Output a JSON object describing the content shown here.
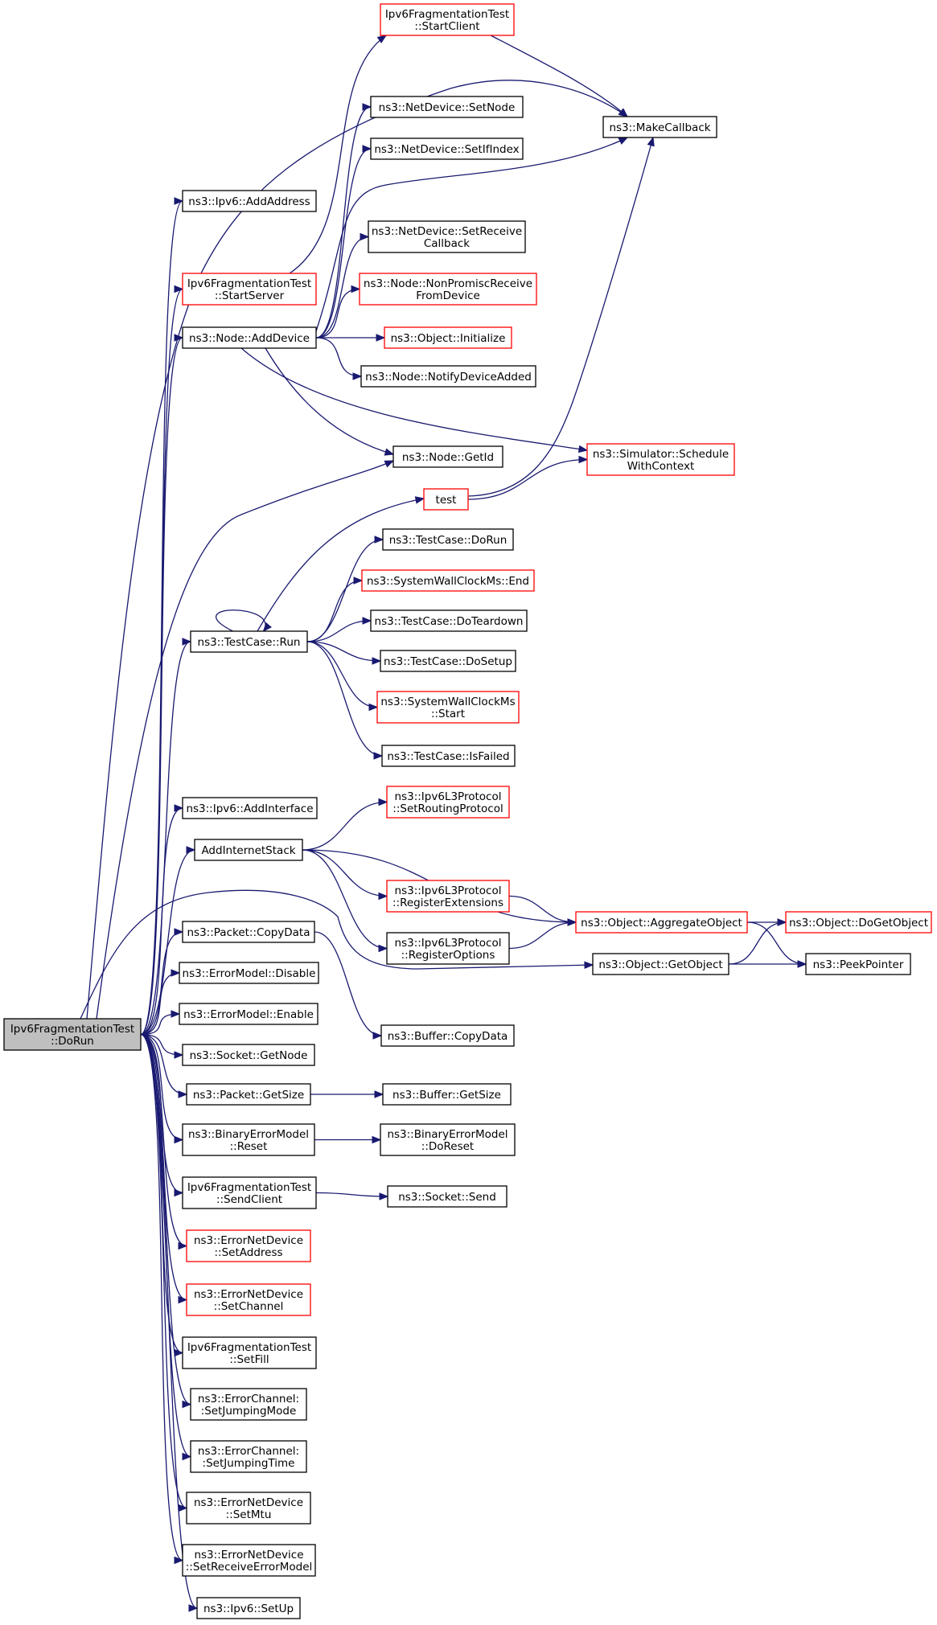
{
  "colors": {
    "edge": "#191970",
    "node_border": "#000000",
    "node_border_truncated": "#ff0000",
    "root_fill": "#bfbfbf"
  },
  "nodes": [
    {
      "id": "root",
      "lines": [
        "Ipv6FragmentationTest",
        "::DoRun"
      ],
      "style": "root"
    },
    {
      "id": "addaddress",
      "lines": [
        "ns3::Ipv6::AddAddress"
      ],
      "style": "black"
    },
    {
      "id": "startserver",
      "lines": [
        "Ipv6FragmentationTest",
        "::StartServer"
      ],
      "style": "red"
    },
    {
      "id": "adddevice",
      "lines": [
        "ns3::Node::AddDevice"
      ],
      "style": "black"
    },
    {
      "id": "startclient",
      "lines": [
        "Ipv6FragmentationTest",
        "::StartClient"
      ],
      "style": "red"
    },
    {
      "id": "makecallback",
      "lines": [
        "ns3::MakeCallback"
      ],
      "style": "black"
    },
    {
      "id": "setnode",
      "lines": [
        "ns3::NetDevice::SetNode"
      ],
      "style": "black"
    },
    {
      "id": "setifindex",
      "lines": [
        "ns3::NetDevice::SetIfIndex"
      ],
      "style": "black"
    },
    {
      "id": "setreceivecallback",
      "lines": [
        "ns3::NetDevice::SetReceive",
        "Callback"
      ],
      "style": "black"
    },
    {
      "id": "nonpromisc",
      "lines": [
        "ns3::Node::NonPromiscReceive",
        "FromDevice"
      ],
      "style": "red"
    },
    {
      "id": "initialize",
      "lines": [
        "ns3::Object::Initialize"
      ],
      "style": "red"
    },
    {
      "id": "notifydeviceadded",
      "lines": [
        "ns3::Node::NotifyDeviceAdded"
      ],
      "style": "black"
    },
    {
      "id": "getid",
      "lines": [
        "ns3::Node::GetId"
      ],
      "style": "black"
    },
    {
      "id": "schedulewithcontext",
      "lines": [
        "ns3::Simulator::Schedule",
        "WithContext"
      ],
      "style": "red"
    },
    {
      "id": "test",
      "lines": [
        "test"
      ],
      "style": "red"
    },
    {
      "id": "testcase_dorun",
      "lines": [
        "ns3::TestCase::DoRun"
      ],
      "style": "black"
    },
    {
      "id": "swc_end",
      "lines": [
        "ns3::SystemWallClockMs::End"
      ],
      "style": "red"
    },
    {
      "id": "testcase_run",
      "lines": [
        "ns3::TestCase::Run"
      ],
      "style": "black"
    },
    {
      "id": "doteardown",
      "lines": [
        "ns3::TestCase::DoTeardown"
      ],
      "style": "black"
    },
    {
      "id": "dosetup",
      "lines": [
        "ns3::TestCase::DoSetup"
      ],
      "style": "black"
    },
    {
      "id": "swc_start",
      "lines": [
        "ns3::SystemWallClockMs",
        "::Start"
      ],
      "style": "red"
    },
    {
      "id": "isfailed",
      "lines": [
        "ns3::TestCase::IsFailed"
      ],
      "style": "black"
    },
    {
      "id": "addinterface",
      "lines": [
        "ns3::Ipv6::AddInterface"
      ],
      "style": "black"
    },
    {
      "id": "setroutingprotocol",
      "lines": [
        "ns3::Ipv6L3Protocol",
        "::SetRoutingProtocol"
      ],
      "style": "red"
    },
    {
      "id": "addinternetstack",
      "lines": [
        "AddInternetStack"
      ],
      "style": "black"
    },
    {
      "id": "registerextensions",
      "lines": [
        "ns3::Ipv6L3Protocol",
        "::RegisterExtensions"
      ],
      "style": "red"
    },
    {
      "id": "aggregateobject",
      "lines": [
        "ns3::Object::AggregateObject"
      ],
      "style": "red"
    },
    {
      "id": "dogetobject",
      "lines": [
        "ns3::Object::DoGetObject"
      ],
      "style": "red"
    },
    {
      "id": "packet_copydata",
      "lines": [
        "ns3::Packet::CopyData"
      ],
      "style": "black"
    },
    {
      "id": "registeroptions",
      "lines": [
        "ns3::Ipv6L3Protocol",
        "::RegisterOptions"
      ],
      "style": "black"
    },
    {
      "id": "getobject",
      "lines": [
        "ns3::Object::GetObject"
      ],
      "style": "black"
    },
    {
      "id": "peekpointer",
      "lines": [
        "ns3::PeekPointer"
      ],
      "style": "black"
    },
    {
      "id": "disable",
      "lines": [
        "ns3::ErrorModel::Disable"
      ],
      "style": "black"
    },
    {
      "id": "enable",
      "lines": [
        "ns3::ErrorModel::Enable"
      ],
      "style": "black"
    },
    {
      "id": "buffer_copydata",
      "lines": [
        "ns3::Buffer::CopyData"
      ],
      "style": "black"
    },
    {
      "id": "socket_getnode",
      "lines": [
        "ns3::Socket::GetNode"
      ],
      "style": "black"
    },
    {
      "id": "packet_getsize",
      "lines": [
        "ns3::Packet::GetSize"
      ],
      "style": "black"
    },
    {
      "id": "buffer_getsize",
      "lines": [
        "ns3::Buffer::GetSize"
      ],
      "style": "black"
    },
    {
      "id": "bem_reset",
      "lines": [
        "ns3::BinaryErrorModel",
        "::Reset"
      ],
      "style": "black"
    },
    {
      "id": "bem_doreset",
      "lines": [
        "ns3::BinaryErrorModel",
        "::DoReset"
      ],
      "style": "black"
    },
    {
      "id": "sendclient",
      "lines": [
        "Ipv6FragmentationTest",
        "::SendClient"
      ],
      "style": "black"
    },
    {
      "id": "socket_send",
      "lines": [
        "ns3::Socket::Send"
      ],
      "style": "black"
    },
    {
      "id": "setaddress",
      "lines": [
        "ns3::ErrorNetDevice",
        "::SetAddress"
      ],
      "style": "red"
    },
    {
      "id": "setchannel",
      "lines": [
        "ns3::ErrorNetDevice",
        "::SetChannel"
      ],
      "style": "red"
    },
    {
      "id": "setfill",
      "lines": [
        "Ipv6FragmentationTest",
        "::SetFill"
      ],
      "style": "black"
    },
    {
      "id": "setjumpingmode",
      "lines": [
        "ns3::ErrorChannel:",
        ":SetJumpingMode"
      ],
      "style": "black"
    },
    {
      "id": "setjumpingtime",
      "lines": [
        "ns3::ErrorChannel:",
        ":SetJumpingTime"
      ],
      "style": "black"
    },
    {
      "id": "setmtu",
      "lines": [
        "ns3::ErrorNetDevice",
        "::SetMtu"
      ],
      "style": "black"
    },
    {
      "id": "setreceiveerrormodel",
      "lines": [
        "ns3::ErrorNetDevice",
        "::SetReceiveErrorModel"
      ],
      "style": "black"
    },
    {
      "id": "setup",
      "lines": [
        "ns3::Ipv6::SetUp"
      ],
      "style": "black"
    }
  ],
  "edges": [
    [
      "root",
      "addaddress"
    ],
    [
      "root",
      "startserver"
    ],
    [
      "root",
      "adddevice"
    ],
    [
      "root",
      "getid"
    ],
    [
      "root",
      "testcase_run"
    ],
    [
      "root",
      "addinterface"
    ],
    [
      "root",
      "addinternetstack"
    ],
    [
      "root",
      "getobject"
    ],
    [
      "root",
      "packet_copydata"
    ],
    [
      "root",
      "disable"
    ],
    [
      "root",
      "enable"
    ],
    [
      "root",
      "socket_getnode"
    ],
    [
      "root",
      "packet_getsize"
    ],
    [
      "root",
      "bem_reset"
    ],
    [
      "root",
      "sendclient"
    ],
    [
      "root",
      "setaddress"
    ],
    [
      "root",
      "setchannel"
    ],
    [
      "root",
      "setfill"
    ],
    [
      "root",
      "setjumpingmode"
    ],
    [
      "root",
      "setjumpingtime"
    ],
    [
      "root",
      "setmtu"
    ],
    [
      "root",
      "setreceiveerrormodel"
    ],
    [
      "root",
      "setup"
    ],
    [
      "root",
      "makecallback"
    ],
    [
      "startserver",
      "startclient"
    ],
    [
      "startclient",
      "makecallback"
    ],
    [
      "adddevice",
      "setnode"
    ],
    [
      "adddevice",
      "setifindex"
    ],
    [
      "adddevice",
      "makecallback"
    ],
    [
      "adddevice",
      "setreceivecallback"
    ],
    [
      "adddevice",
      "nonpromisc"
    ],
    [
      "adddevice",
      "initialize"
    ],
    [
      "adddevice",
      "notifydeviceadded"
    ],
    [
      "adddevice",
      "getid"
    ],
    [
      "adddevice",
      "schedulewithcontext"
    ],
    [
      "test",
      "schedulewithcontext"
    ],
    [
      "test",
      "makecallback"
    ],
    [
      "testcase_run",
      "test"
    ],
    [
      "testcase_run",
      "testcase_dorun"
    ],
    [
      "testcase_run",
      "swc_end"
    ],
    [
      "testcase_run",
      "testcase_run"
    ],
    [
      "testcase_run",
      "doteardown"
    ],
    [
      "testcase_run",
      "dosetup"
    ],
    [
      "testcase_run",
      "swc_start"
    ],
    [
      "testcase_run",
      "isfailed"
    ],
    [
      "addinternetstack",
      "setroutingprotocol"
    ],
    [
      "addinternetstack",
      "aggregateobject"
    ],
    [
      "addinternetstack",
      "registerextensions"
    ],
    [
      "addinternetstack",
      "registeroptions"
    ],
    [
      "registerextensions",
      "aggregateobject"
    ],
    [
      "registeroptions",
      "aggregateobject"
    ],
    [
      "aggregateobject",
      "dogetobject"
    ],
    [
      "aggregateobject",
      "peekpointer"
    ],
    [
      "getobject",
      "dogetobject"
    ],
    [
      "getobject",
      "peekpointer"
    ],
    [
      "packet_copydata",
      "buffer_copydata"
    ],
    [
      "packet_getsize",
      "buffer_getsize"
    ],
    [
      "bem_reset",
      "bem_doreset"
    ],
    [
      "sendclient",
      "socket_send"
    ]
  ]
}
